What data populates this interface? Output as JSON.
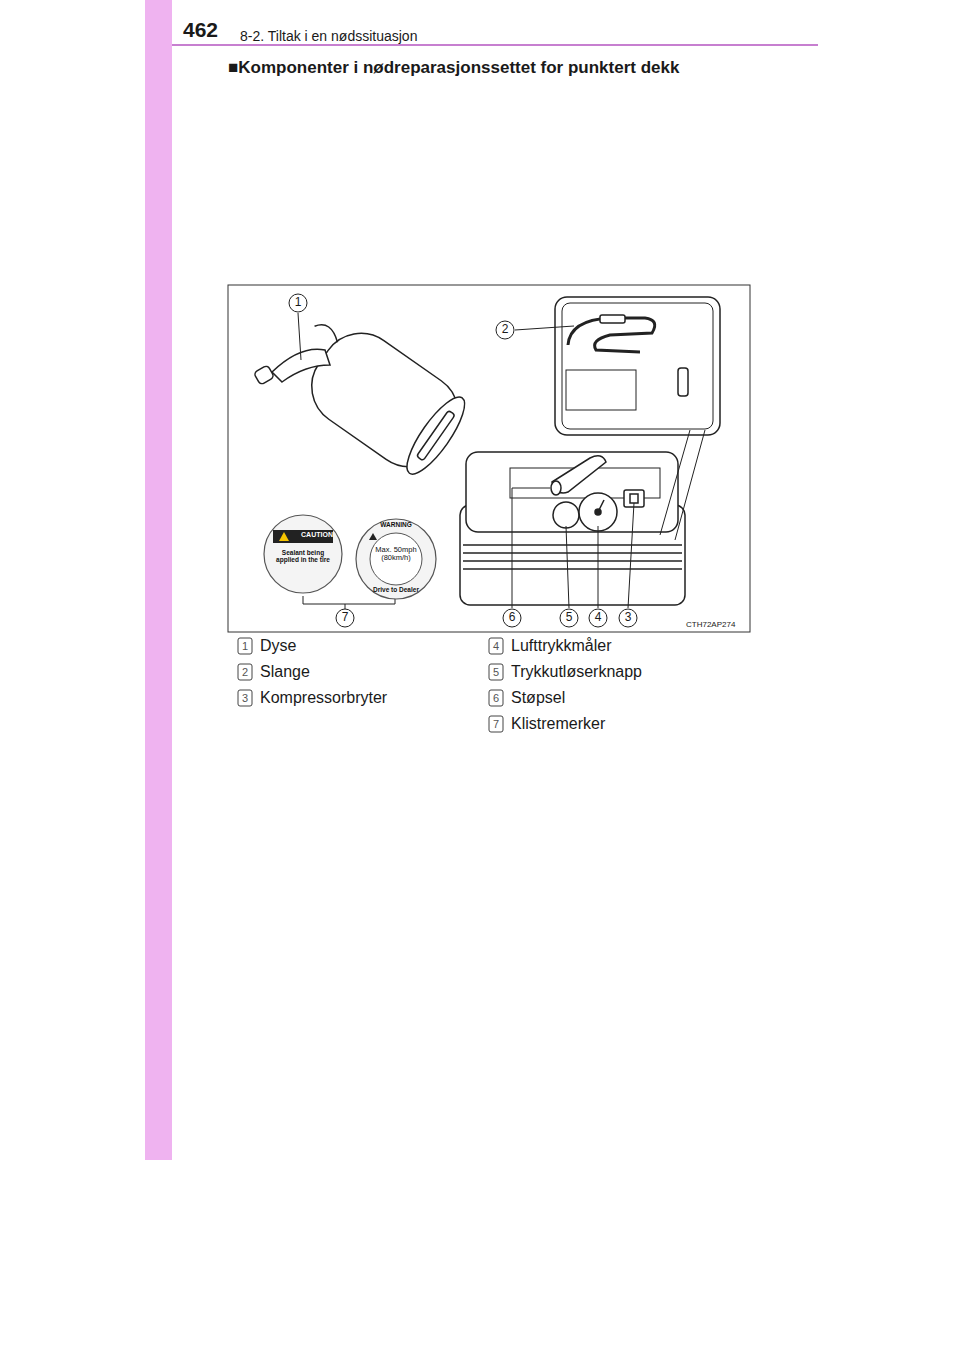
{
  "diagram": {
    "title": "■Komponenter i nødreparasjonssettet for punktert dekk",
    "nodes": [
      {
        "text": [
          "CAUTION",
          "Sealant being applied in the tire"
        ]
      },
      {
        "text": [
          "WARNING",
          "Max. 50mph (80km/h)",
          "Drive to Dealer"
        ]
      }
    ],
    "labels": [
      "462",
      "8-2. Tiltak i en nødssituasjon",
      "1",
      "2",
      "3",
      "4",
      "5",
      "6",
      "7",
      "CTH72AP274",
      "1",
      "Dyse",
      "2",
      "Slange",
      "3",
      "Kompressorbryter",
      "4",
      "Lufttrykkmåler",
      "5",
      "Trykkutløserknapp",
      "6",
      "Støpsel",
      "7",
      "Klistremerker"
    ]
  }
}
